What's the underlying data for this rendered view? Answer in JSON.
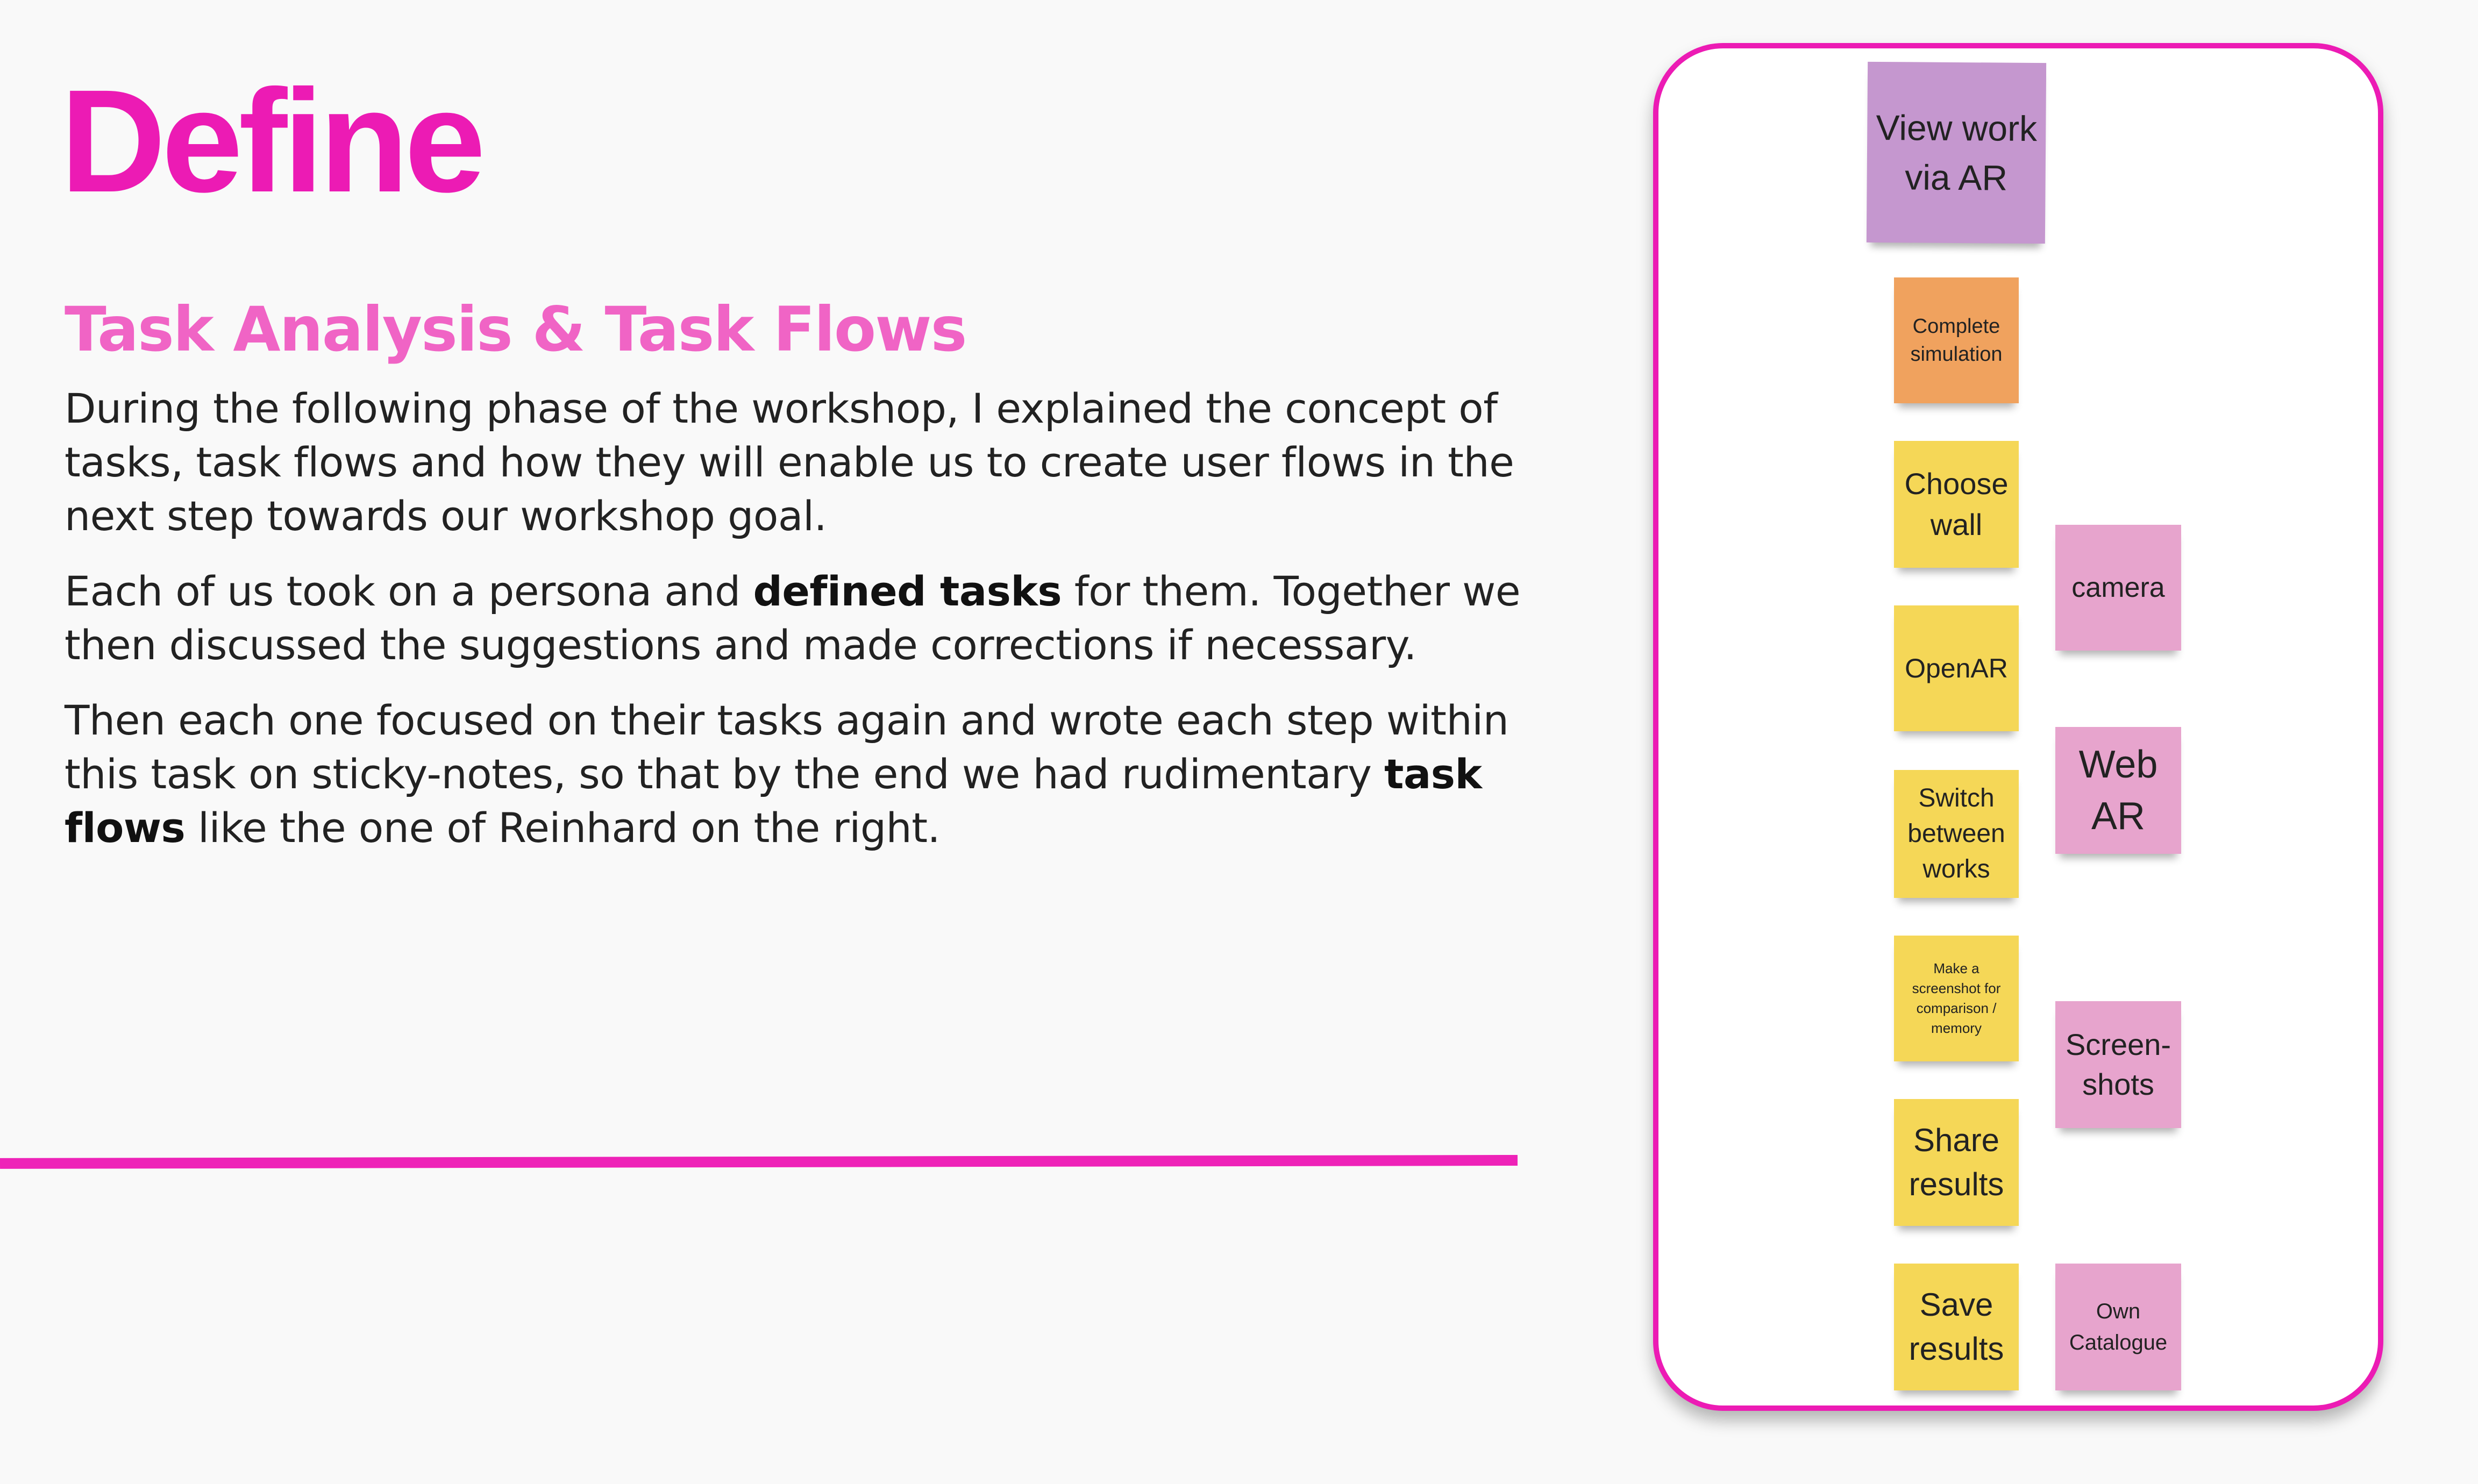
{
  "title": "Define",
  "subtitle": "Task Analysis & Task Flows",
  "paragraphs": {
    "p1": "During the following phase of the workshop, I explained the concept of tasks, task flows and how they will enable us to create user flows in the next step towards our workshop goal.",
    "p2_a": "Each of us took on a persona and ",
    "p2_b": "defined tasks",
    "p2_c": " for them. Together we then discussed the suggestions and made corrections if necessary.",
    "p3_a": "Then each one focused on their tasks again and wrote each step within this task on sticky-notes, so that by the end we had rudimentary ",
    "p3_b": "task flows",
    "p3_c": " like the one of Reinhard on the right."
  },
  "board": {
    "flow_notes": [
      {
        "label": "View work via AR",
        "color": "purple"
      },
      {
        "label": "Complete simulation",
        "color": "orange"
      },
      {
        "label": "Choose wall",
        "color": "yellow"
      },
      {
        "label": "OpenAR",
        "color": "yellow"
      },
      {
        "label": "Switch between works",
        "color": "yellow"
      },
      {
        "label": "Make a screenshot for comparison / memory",
        "color": "yellow"
      },
      {
        "label": "Share results",
        "color": "yellow"
      },
      {
        "label": "Save results",
        "color": "yellow"
      }
    ],
    "side_notes": [
      {
        "label": "camera",
        "color": "pink"
      },
      {
        "label": "Web AR",
        "color": "pink"
      },
      {
        "label": "Screen-shots",
        "color": "pink"
      },
      {
        "label": "Own Catalogue",
        "color": "pink"
      }
    ]
  },
  "colors": {
    "accent": "#ec1bb4",
    "subtitle": "#f064c5",
    "purple_note": "#c597cf",
    "orange_note": "#f0a25e",
    "yellow_note": "#f5d757",
    "pink_note": "#e7a4cd"
  }
}
